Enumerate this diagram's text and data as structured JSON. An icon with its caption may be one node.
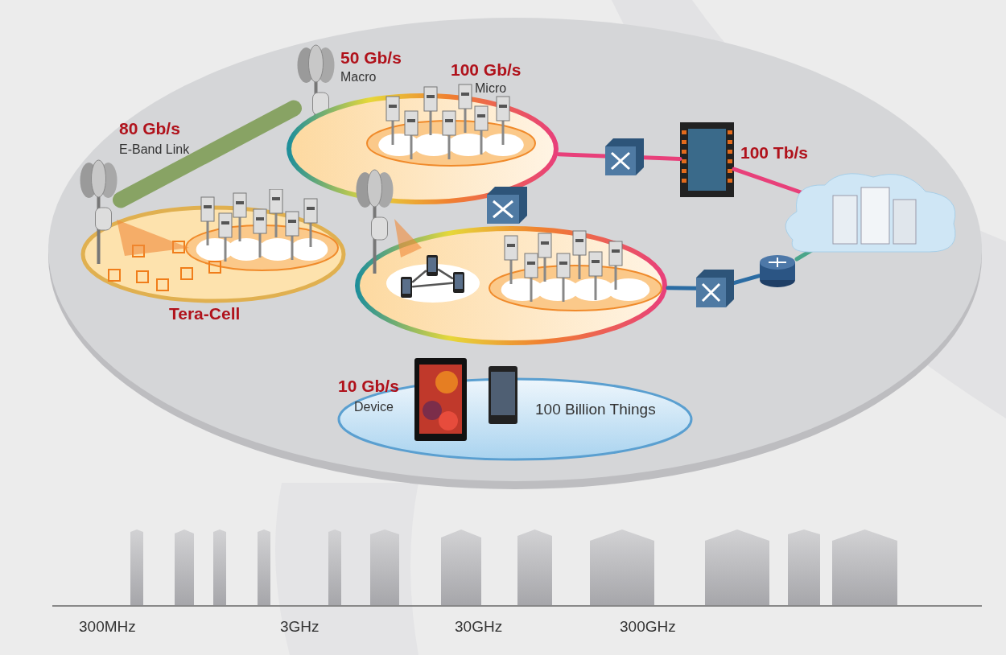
{
  "diagram": {
    "nodes": [
      {
        "text": [
          "Tera-Cell"
        ]
      },
      {
        "text": [],
        "shape": "picture"
      },
      {
        "text": [],
        "shape": "picture",
        "beside": [
          "50 Gb/s",
          "Macro"
        ]
      },
      {
        "text": [
          "100 Gb/s",
          "Micro"
        ]
      },
      {
        "text": [],
        "shape": "circle"
      },
      {
        "text": [],
        "shape": "picture"
      },
      {
        "text": [],
        "shape": "picture",
        "in": 4
      },
      {
        "text": [],
        "shape": "picture",
        "in": 4
      },
      {
        "text": [],
        "shape": "picture",
        "in": 4
      },
      {
        "text": [],
        "shape": "box"
      },
      {
        "text": [],
        "shape": "picture",
        "beside": [
          "100 Tb/s"
        ]
      },
      {
        "text": [],
        "shape": "cloud"
      },
      {
        "text": [],
        "shape": "box"
      },
      {
        "text": [],
        "shape": "box"
      },
      {
        "text": [],
        "shape": "cylinder"
      },
      {
        "text": [
          "10 Gb/s",
          "Device",
          "100 Billion Things"
        ]
      }
    ],
    "edges": [
      {
        "from": 1,
        "to": 2,
        "arrow": "none",
        "style": "thick",
        "color": "#7a9a50"
      },
      {
        "from": 3,
        "to": 9,
        "arrow": "none"
      },
      {
        "from": 9,
        "to": 10,
        "arrow": "none"
      },
      {
        "from": 10,
        "to": 11,
        "arrow": "none"
      },
      {
        "from": 4,
        "to": 13,
        "arrow": "none",
        "color": "#2b6ca3"
      },
      {
        "from": 13,
        "to": 14,
        "arrow": "none",
        "color": "#2b6ca3"
      },
      {
        "from": 14,
        "to": 11,
        "arrow": "none",
        "color": "#4aa58a"
      },
      {
        "from": 6,
        "to": 7,
        "arrow": "none",
        "color": "#555555"
      },
      {
        "from": 7,
        "to": 8,
        "arrow": "none",
        "color": "#555555"
      },
      {
        "from": 6,
        "to": 8,
        "arrow": "none",
        "color": "#555555"
      }
    ],
    "labels": [
      "80 Gb/s",
      "E-Band Link",
      "300MHz",
      "3GHz",
      "30GHz",
      "300GHz"
    ]
  }
}
